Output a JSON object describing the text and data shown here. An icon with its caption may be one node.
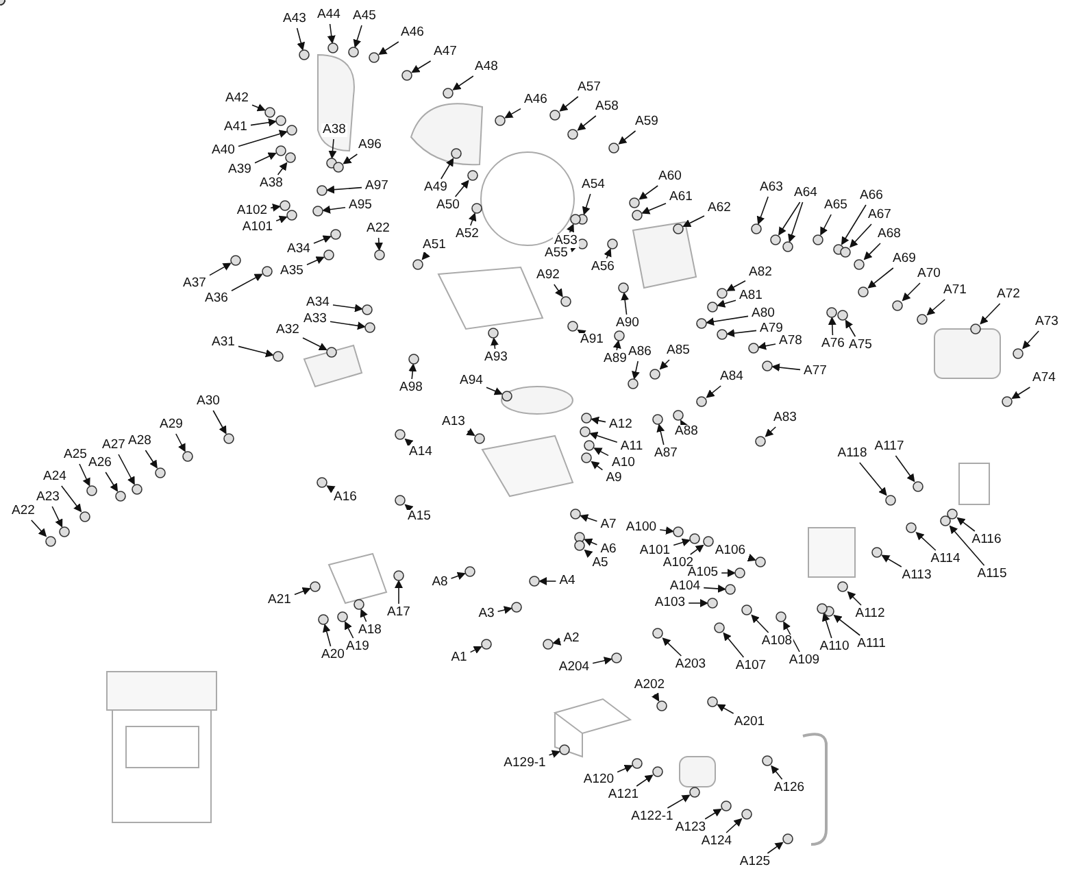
{
  "diagram": {
    "nodes": [
      {
        "text": [
          "A43"
        ]
      },
      {
        "text": [
          "A44"
        ]
      },
      {
        "text": [
          "A45"
        ]
      },
      {
        "text": [
          "A46"
        ]
      },
      {
        "text": [
          "A47"
        ]
      },
      {
        "text": [
          "A48"
        ]
      },
      {
        "text": [
          "A46"
        ]
      },
      {
        "text": [
          "A57"
        ]
      },
      {
        "text": [
          "A58"
        ]
      },
      {
        "text": [
          "A42"
        ]
      },
      {
        "text": [
          "A41"
        ]
      },
      {
        "text": [
          "A59"
        ]
      },
      {
        "text": [
          "A38"
        ]
      },
      {
        "text": [
          "A40"
        ]
      },
      {
        "text": [
          "A96"
        ]
      },
      {
        "text": [
          "A39"
        ]
      },
      {
        "text": [
          "A60"
        ]
      },
      {
        "text": [
          "A38"
        ]
      },
      {
        "text": [
          "A97"
        ]
      },
      {
        "text": [
          "A49"
        ]
      },
      {
        "text": [
          "A54"
        ]
      },
      {
        "text": [
          "A63"
        ]
      },
      {
        "text": [
          "A64"
        ]
      },
      {
        "text": [
          "A66"
        ]
      },
      {
        "text": [
          "A61"
        ]
      },
      {
        "text": [
          "A65"
        ]
      },
      {
        "text": [
          "A50"
        ]
      },
      {
        "text": [
          "A95"
        ]
      },
      {
        "text": [
          "A62"
        ]
      },
      {
        "text": [
          "A102"
        ]
      },
      {
        "text": [
          "A67"
        ]
      },
      {
        "text": [
          "A101"
        ]
      },
      {
        "text": [
          "A22"
        ]
      },
      {
        "text": [
          "A52"
        ]
      },
      {
        "text": [
          "A68"
        ]
      },
      {
        "text": [
          "A53"
        ]
      },
      {
        "text": [
          "A51"
        ]
      },
      {
        "text": [
          "A34"
        ]
      },
      {
        "text": [
          "A55"
        ]
      },
      {
        "text": [
          "A69"
        ]
      },
      {
        "text": [
          "A56"
        ]
      },
      {
        "text": [
          "A35"
        ]
      },
      {
        "text": [
          "A82"
        ]
      },
      {
        "text": [
          "A70"
        ]
      },
      {
        "text": [
          "A92"
        ]
      },
      {
        "text": [
          "A37"
        ]
      },
      {
        "text": [
          "A71"
        ]
      },
      {
        "text": [
          "A72"
        ]
      },
      {
        "text": [
          "A81"
        ]
      },
      {
        "text": [
          "A36"
        ]
      },
      {
        "text": [
          "A34"
        ]
      },
      {
        "text": [
          "A80"
        ]
      },
      {
        "text": [
          "A33"
        ]
      },
      {
        "text": [
          "A73"
        ]
      },
      {
        "text": [
          "A90"
        ]
      },
      {
        "text": [
          "A79"
        ]
      },
      {
        "text": [
          "A32"
        ]
      },
      {
        "text": [
          "A91"
        ]
      },
      {
        "text": [
          "A78"
        ]
      },
      {
        "text": [
          "A31"
        ]
      },
      {
        "text": [
          "A76"
        ]
      },
      {
        "text": [
          "A75"
        ]
      },
      {
        "text": [
          "A86"
        ]
      },
      {
        "text": [
          "A85"
        ]
      },
      {
        "text": [
          "A93"
        ]
      },
      {
        "text": [
          "A89"
        ]
      },
      {
        "text": [
          "A77"
        ]
      },
      {
        "text": [
          "A74"
        ]
      },
      {
        "text": [
          "A84"
        ]
      },
      {
        "text": [
          "A94"
        ]
      },
      {
        "text": [
          "A98"
        ]
      },
      {
        "text": [
          "A30"
        ]
      },
      {
        "text": [
          "A83"
        ]
      },
      {
        "text": [
          "A13"
        ]
      },
      {
        "text": [
          "A12"
        ]
      },
      {
        "text": [
          "A29"
        ]
      },
      {
        "text": [
          "A88"
        ]
      },
      {
        "text": [
          "A28"
        ]
      },
      {
        "text": [
          "A27"
        ]
      },
      {
        "text": [
          "A11"
        ]
      },
      {
        "text": [
          "A117"
        ]
      },
      {
        "text": [
          "A14"
        ]
      },
      {
        "text": [
          "A87"
        ]
      },
      {
        "text": [
          "A118"
        ]
      },
      {
        "text": [
          "A25"
        ]
      },
      {
        "text": [
          "A26"
        ]
      },
      {
        "text": [
          "A10"
        ]
      },
      {
        "text": [
          "A24"
        ]
      },
      {
        "text": [
          "A9"
        ]
      },
      {
        "text": [
          "A23"
        ]
      },
      {
        "text": [
          "A16"
        ]
      },
      {
        "text": [
          "A22"
        ]
      },
      {
        "text": [
          "A15"
        ]
      },
      {
        "text": [
          "A7"
        ]
      },
      {
        "text": [
          "A100"
        ]
      },
      {
        "text": [
          "A116"
        ]
      },
      {
        "text": [
          "A6"
        ]
      },
      {
        "text": [
          "A101"
        ]
      },
      {
        "text": [
          "A106"
        ]
      },
      {
        "text": [
          "A114"
        ]
      },
      {
        "text": [
          "A5"
        ]
      },
      {
        "text": [
          "A102"
        ]
      },
      {
        "text": [
          "A105"
        ]
      },
      {
        "text": [
          "A113"
        ]
      },
      {
        "text": [
          "A115"
        ]
      },
      {
        "text": [
          "A4"
        ]
      },
      {
        "text": [
          "A8"
        ]
      },
      {
        "text": [
          "A104"
        ]
      },
      {
        "text": [
          "A21"
        ]
      },
      {
        "text": [
          "A103"
        ]
      },
      {
        "text": [
          "A17"
        ]
      },
      {
        "text": [
          "A3"
        ]
      },
      {
        "text": [
          "A112"
        ]
      },
      {
        "text": [
          "A18"
        ]
      },
      {
        "text": [
          "A2"
        ]
      },
      {
        "text": [
          "A108"
        ]
      },
      {
        "text": [
          "A111"
        ]
      },
      {
        "text": [
          "A110"
        ]
      },
      {
        "text": [
          "A19"
        ]
      },
      {
        "text": [
          "A1"
        ]
      },
      {
        "text": [
          "A20"
        ]
      },
      {
        "text": [
          "A109"
        ]
      },
      {
        "text": [
          "A203"
        ]
      },
      {
        "text": [
          "A107"
        ]
      },
      {
        "text": [
          "A204"
        ]
      },
      {
        "text": [
          "A202"
        ]
      },
      {
        "text": [
          "A201"
        ]
      },
      {
        "text": [
          "A129-1"
        ]
      },
      {
        "text": [
          "A120"
        ]
      },
      {
        "text": [
          "A126"
        ]
      },
      {
        "text": [
          "A121"
        ]
      },
      {
        "text": [
          "A122-1"
        ]
      },
      {
        "text": [
          "A123"
        ]
      },
      {
        "text": [
          "A124"
        ]
      },
      {
        "text": [
          "A125"
        ]
      },
      {
        "text": [],
        "shape": "circle"
      },
      {
        "text": [],
        "shape": "circle"
      },
      {
        "text": [],
        "shape": "circle"
      },
      {
        "text": [],
        "shape": "circle"
      },
      {
        "text": [],
        "shape": "circle"
      },
      {
        "text": [],
        "shape": "circle"
      },
      {
        "text": [],
        "shape": "circle"
      },
      {
        "text": [],
        "shape": "circle"
      },
      {
        "text": [],
        "shape": "circle"
      },
      {
        "text": [],
        "shape": "circle"
      },
      {
        "text": [],
        "shape": "circle"
      },
      {
        "text": [],
        "shape": "circle"
      },
      {
        "text": [],
        "shape": "circle"
      },
      {
        "text": [],
        "shape": "circle"
      },
      {
        "text": [],
        "shape": "circle"
      },
      {
        "text": [],
        "shape": "circle"
      },
      {
        "text": [],
        "shape": "circle"
      },
      {
        "text": [],
        "shape": "circle"
      },
      {
        "text": [],
        "shape": "circle"
      },
      {
        "text": [],
        "shape": "circle"
      },
      {
        "text": [],
        "shape": "circle"
      },
      {
        "text": [],
        "shape": "circle"
      },
      {
        "text": [],
        "shape": "circle"
      },
      {
        "text": [],
        "shape": "circle"
      },
      {
        "text": [],
        "shape": "circle"
      },
      {
        "text": [],
        "shape": "circle"
      },
      {
        "text": [],
        "shape": "circle"
      },
      {
        "text": [],
        "shape": "circle"
      },
      {
        "text": [],
        "shape": "circle"
      },
      {
        "text": [],
        "shape": "circle"
      },
      {
        "text": [],
        "shape": "circle"
      },
      {
        "text": [],
        "shape": "circle"
      },
      {
        "text": [],
        "shape": "circle"
      },
      {
        "text": [],
        "shape": "circle"
      },
      {
        "text": [],
        "shape": "circle"
      },
      {
        "text": [],
        "shape": "circle"
      },
      {
        "text": [],
        "shape": "circle"
      },
      {
        "text": [],
        "shape": "circle"
      },
      {
        "text": [],
        "shape": "circle"
      },
      {
        "text": [],
        "shape": "circle"
      },
      {
        "text": [],
        "shape": "circle"
      },
      {
        "text": [],
        "shape": "circle"
      },
      {
        "text": [],
        "shape": "circle"
      },
      {
        "text": [],
        "shape": "circle"
      },
      {
        "text": [],
        "shape": "circle"
      },
      {
        "text": [],
        "shape": "circle"
      },
      {
        "text": [],
        "shape": "circle"
      },
      {
        "text": [],
        "shape": "circle"
      },
      {
        "text": [],
        "shape": "circle"
      },
      {
        "text": [],
        "shape": "circle"
      },
      {
        "text": [],
        "shape": "circle"
      },
      {
        "text": [],
        "shape": "circle"
      },
      {
        "text": [],
        "shape": "circle"
      },
      {
        "text": [],
        "shape": "circle"
      },
      {
        "text": [],
        "shape": "circle"
      },
      {
        "text": [],
        "shape": "circle"
      },
      {
        "text": [],
        "shape": "circle"
      },
      {
        "text": [],
        "shape": "circle"
      },
      {
        "text": [],
        "shape": "circle"
      },
      {
        "text": [],
        "shape": "circle"
      },
      {
        "text": [],
        "shape": "circle"
      },
      {
        "text": [],
        "shape": "circle"
      },
      {
        "text": [],
        "shape": "circle"
      },
      {
        "text": [],
        "shape": "circle"
      },
      {
        "text": [],
        "shape": "circle"
      },
      {
        "text": [],
        "shape": "circle"
      },
      {
        "text": [],
        "shape": "circle"
      },
      {
        "text": [],
        "shape": "circle"
      },
      {
        "text": [],
        "shape": "circle"
      },
      {
        "text": [],
        "shape": "circle"
      },
      {
        "text": [],
        "shape": "circle"
      },
      {
        "text": [],
        "shape": "circle"
      },
      {
        "text": [],
        "shape": "circle"
      },
      {
        "text": [],
        "shape": "circle"
      },
      {
        "text": [],
        "shape": "circle"
      },
      {
        "text": [],
        "shape": "circle"
      },
      {
        "text": [],
        "shape": "circle"
      },
      {
        "text": [],
        "shape": "circle"
      },
      {
        "text": [],
        "shape": "circle"
      },
      {
        "text": [],
        "shape": "circle"
      },
      {
        "text": [],
        "shape": "circle"
      },
      {
        "text": [],
        "shape": "circle"
      },
      {
        "text": [],
        "shape": "circle"
      },
      {
        "text": [],
        "shape": "circle"
      },
      {
        "text": [],
        "shape": "circle"
      },
      {
        "text": [],
        "shape": "circle"
      },
      {
        "text": [],
        "shape": "circle"
      },
      {
        "text": [],
        "shape": "circle"
      },
      {
        "text": [],
        "shape": "circle"
      },
      {
        "text": [],
        "shape": "circle"
      },
      {
        "text": [],
        "shape": "circle"
      },
      {
        "text": [],
        "shape": "circle"
      },
      {
        "text": [],
        "shape": "circle"
      },
      {
        "text": [],
        "shape": "circle"
      },
      {
        "text": [],
        "shape": "circle"
      },
      {
        "text": [],
        "shape": "circle"
      },
      {
        "text": [],
        "shape": "circle"
      },
      {
        "text": [],
        "shape": "circle"
      },
      {
        "text": [],
        "shape": "circle"
      },
      {
        "text": [],
        "shape": "circle"
      },
      {
        "text": [],
        "shape": "circle"
      },
      {
        "text": [],
        "shape": "circle"
      },
      {
        "text": [],
        "shape": "circle"
      },
      {
        "text": [],
        "shape": "circle"
      },
      {
        "text": [],
        "shape": "circle"
      },
      {
        "text": [],
        "shape": "circle"
      },
      {
        "text": [],
        "shape": "circle"
      },
      {
        "text": [],
        "shape": "circle"
      },
      {
        "text": [],
        "shape": "circle"
      },
      {
        "text": [],
        "shape": "circle"
      },
      {
        "text": [],
        "shape": "circle"
      },
      {
        "text": [],
        "shape": "circle"
      },
      {
        "text": [],
        "shape": "circle"
      },
      {
        "text": [],
        "shape": "circle"
      },
      {
        "text": [],
        "shape": "circle"
      },
      {
        "text": [],
        "shape": "circle"
      },
      {
        "text": [],
        "shape": "circle"
      },
      {
        "text": [],
        "shape": "circle"
      },
      {
        "text": [],
        "shape": "circle"
      },
      {
        "text": [],
        "shape": "circle"
      },
      {
        "text": [],
        "shape": "circle"
      },
      {
        "text": [],
        "shape": "circle"
      },
      {
        "text": [],
        "shape": "circle"
      },
      {
        "text": [],
        "shape": "circle"
      },
      {
        "text": [],
        "shape": "circle"
      },
      {
        "text": [],
        "shape": "circle"
      },
      {
        "text": [],
        "shape": "circle"
      },
      {
        "text": [],
        "shape": "circle"
      },
      {
        "text": [],
        "shape": "circle"
      },
      {
        "text": [],
        "shape": "circle"
      },
      {
        "text": [],
        "shape": "circle"
      },
      {
        "text": [],
        "shape": "circle"
      },
      {
        "text": [],
        "shape": "circle"
      },
      {
        "text": [],
        "shape": "circle"
      },
      {
        "text": [],
        "shape": "circle"
      },
      {
        "text": [],
        "shape": "circle"
      },
      {
        "text": [],
        "shape": "circle"
      },
      {
        "text": [],
        "shape": "circle"
      },
      {
        "text": [],
        "shape": "circle"
      },
      {
        "text": [],
        "shape": "circle"
      },
      {
        "text": [],
        "shape": "circle"
      },
      {
        "text": [],
        "shape": "circle"
      },
      {
        "text": [],
        "shape": "circle"
      },
      {
        "text": [],
        "shape": "circle"
      },
      {
        "text": [],
        "shape": "circle"
      },
      {
        "text": [],
        "shape": "circle"
      }
    ],
    "edges": [
      {
        "from": 0,
        "to": 135,
        "arrow": "to"
      },
      {
        "from": 1,
        "to": 136,
        "arrow": "to"
      },
      {
        "from": 2,
        "to": 137,
        "arrow": "to"
      },
      {
        "from": 3,
        "to": 138,
        "arrow": "to"
      },
      {
        "from": 4,
        "to": 139,
        "arrow": "to"
      },
      {
        "from": 5,
        "to": 140,
        "arrow": "to"
      },
      {
        "from": 6,
        "to": 141,
        "arrow": "to"
      },
      {
        "from": 7,
        "to": 142,
        "arrow": "to"
      },
      {
        "from": 8,
        "to": 143,
        "arrow": "to"
      },
      {
        "from": 9,
        "to": 144,
        "arrow": "to"
      },
      {
        "from": 10,
        "to": 145,
        "arrow": "to"
      },
      {
        "from": 11,
        "to": 146,
        "arrow": "to"
      },
      {
        "from": 12,
        "to": 147,
        "arrow": "to"
      },
      {
        "from": 13,
        "to": 148,
        "arrow": "to"
      },
      {
        "from": 14,
        "to": 149,
        "arrow": "to"
      },
      {
        "from": 15,
        "to": 150,
        "arrow": "to"
      },
      {
        "from": 16,
        "to": 151,
        "arrow": "to"
      },
      {
        "from": 17,
        "to": 152,
        "arrow": "to"
      },
      {
        "from": 18,
        "to": 153,
        "arrow": "to"
      },
      {
        "from": 19,
        "to": 154,
        "arrow": "to"
      },
      {
        "from": 20,
        "to": 155,
        "arrow": "to"
      },
      {
        "from": 21,
        "to": 156,
        "arrow": "to"
      },
      {
        "from": 22,
        "to": 157,
        "arrow": "to"
      },
      {
        "from": 22,
        "to": 158,
        "arrow": "to"
      },
      {
        "from": 23,
        "to": 159,
        "arrow": "to"
      },
      {
        "from": 24,
        "to": 160,
        "arrow": "to"
      },
      {
        "from": 25,
        "to": 161,
        "arrow": "to"
      },
      {
        "from": 26,
        "to": 162,
        "arrow": "to"
      },
      {
        "from": 27,
        "to": 163,
        "arrow": "to"
      },
      {
        "from": 28,
        "to": 164,
        "arrow": "to"
      },
      {
        "from": 29,
        "to": 165,
        "arrow": "to"
      },
      {
        "from": 30,
        "to": 166,
        "arrow": "to"
      },
      {
        "from": 31,
        "to": 167,
        "arrow": "to"
      },
      {
        "from": 32,
        "to": 168,
        "arrow": "to"
      },
      {
        "from": 33,
        "to": 169,
        "arrow": "to"
      },
      {
        "from": 34,
        "to": 170,
        "arrow": "to"
      },
      {
        "from": 35,
        "to": 171,
        "arrow": "to"
      },
      {
        "from": 36,
        "to": 172,
        "arrow": "to"
      },
      {
        "from": 37,
        "to": 173,
        "arrow": "to"
      },
      {
        "from": 38,
        "to": 174,
        "arrow": "to"
      },
      {
        "from": 39,
        "to": 175,
        "arrow": "to"
      },
      {
        "from": 40,
        "to": 176,
        "arrow": "to"
      },
      {
        "from": 41,
        "to": 177,
        "arrow": "to"
      },
      {
        "from": 42,
        "to": 178,
        "arrow": "to"
      },
      {
        "from": 43,
        "to": 179,
        "arrow": "to"
      },
      {
        "from": 44,
        "to": 180,
        "arrow": "to"
      },
      {
        "from": 45,
        "to": 181,
        "arrow": "to"
      },
      {
        "from": 46,
        "to": 182,
        "arrow": "to"
      },
      {
        "from": 47,
        "to": 183,
        "arrow": "to"
      },
      {
        "from": 48,
        "to": 184,
        "arrow": "to"
      },
      {
        "from": 49,
        "to": 185,
        "arrow": "to"
      },
      {
        "from": 50,
        "to": 186,
        "arrow": "to"
      },
      {
        "from": 51,
        "to": 187,
        "arrow": "to"
      },
      {
        "from": 52,
        "to": 188,
        "arrow": "to"
      },
      {
        "from": 53,
        "to": 189,
        "arrow": "to"
      },
      {
        "from": 54,
        "to": 190,
        "arrow": "to"
      },
      {
        "from": 55,
        "to": 191,
        "arrow": "to"
      },
      {
        "from": 56,
        "to": 192,
        "arrow": "to"
      },
      {
        "from": 57,
        "to": 193,
        "arrow": "to"
      },
      {
        "from": 58,
        "to": 194,
        "arrow": "to"
      },
      {
        "from": 59,
        "to": 195,
        "arrow": "to"
      },
      {
        "from": 60,
        "to": 196,
        "arrow": "to"
      },
      {
        "from": 61,
        "to": 197,
        "arrow": "to"
      },
      {
        "from": 62,
        "to": 198,
        "arrow": "to"
      },
      {
        "from": 63,
        "to": 199,
        "arrow": "to"
      },
      {
        "from": 64,
        "to": 200,
        "arrow": "to"
      },
      {
        "from": 65,
        "to": 201,
        "arrow": "to"
      },
      {
        "from": 66,
        "to": 202,
        "arrow": "to"
      },
      {
        "from": 67,
        "to": 203,
        "arrow": "to"
      },
      {
        "from": 68,
        "to": 204,
        "arrow": "to"
      },
      {
        "from": 69,
        "to": 205,
        "arrow": "to"
      },
      {
        "from": 70,
        "to": 206,
        "arrow": "to"
      },
      {
        "from": 71,
        "to": 207,
        "arrow": "to"
      },
      {
        "from": 72,
        "to": 208,
        "arrow": "to"
      },
      {
        "from": 73,
        "to": 209,
        "arrow": "to"
      },
      {
        "from": 74,
        "to": 210,
        "arrow": "to"
      },
      {
        "from": 75,
        "to": 211,
        "arrow": "to"
      },
      {
        "from": 76,
        "to": 212,
        "arrow": "to"
      },
      {
        "from": 77,
        "to": 213,
        "arrow": "to"
      },
      {
        "from": 78,
        "to": 214,
        "arrow": "to"
      },
      {
        "from": 79,
        "to": 215,
        "arrow": "to"
      },
      {
        "from": 80,
        "to": 216,
        "arrow": "to"
      },
      {
        "from": 81,
        "to": 217,
        "arrow": "to"
      },
      {
        "from": 82,
        "to": 218,
        "arrow": "to"
      },
      {
        "from": 83,
        "to": 219,
        "arrow": "to"
      },
      {
        "from": 84,
        "to": 220,
        "arrow": "to"
      },
      {
        "from": 85,
        "to": 221,
        "arrow": "to"
      },
      {
        "from": 86,
        "to": 222,
        "arrow": "to"
      },
      {
        "from": 87,
        "to": 223,
        "arrow": "to"
      },
      {
        "from": 88,
        "to": 224,
        "arrow": "to"
      },
      {
        "from": 89,
        "to": 225,
        "arrow": "to"
      },
      {
        "from": 90,
        "to": 226,
        "arrow": "to"
      },
      {
        "from": 91,
        "to": 227,
        "arrow": "to"
      },
      {
        "from": 92,
        "to": 228,
        "arrow": "to"
      },
      {
        "from": 93,
        "to": 229,
        "arrow": "to"
      },
      {
        "from": 94,
        "to": 230,
        "arrow": "to"
      },
      {
        "from": 95,
        "to": 231,
        "arrow": "to"
      },
      {
        "from": 96,
        "to": 232,
        "arrow": "to"
      },
      {
        "from": 97,
        "to": 233,
        "arrow": "to"
      },
      {
        "from": 98,
        "to": 234,
        "arrow": "to"
      },
      {
        "from": 99,
        "to": 235,
        "arrow": "to"
      },
      {
        "from": 100,
        "to": 236,
        "arrow": "to"
      },
      {
        "from": 101,
        "to": 237,
        "arrow": "to"
      },
      {
        "from": 102,
        "to": 238,
        "arrow": "to"
      },
      {
        "from": 103,
        "to": 239,
        "arrow": "to"
      },
      {
        "from": 104,
        "to": 240,
        "arrow": "to"
      },
      {
        "from": 105,
        "to": 241,
        "arrow": "to"
      },
      {
        "from": 106,
        "to": 242,
        "arrow": "to"
      },
      {
        "from": 107,
        "to": 243,
        "arrow": "to"
      },
      {
        "from": 108,
        "to": 244,
        "arrow": "to"
      },
      {
        "from": 109,
        "to": 245,
        "arrow": "to"
      },
      {
        "from": 110,
        "to": 246,
        "arrow": "to"
      },
      {
        "from": 111,
        "to": 247,
        "arrow": "to"
      },
      {
        "from": 112,
        "to": 248,
        "arrow": "to"
      },
      {
        "from": 113,
        "to": 249,
        "arrow": "to"
      },
      {
        "from": 114,
        "to": 250,
        "arrow": "to"
      },
      {
        "from": 115,
        "to": 251,
        "arrow": "to"
      },
      {
        "from": 116,
        "to": 252,
        "arrow": "to"
      },
      {
        "from": 117,
        "to": 253,
        "arrow": "to"
      },
      {
        "from": 118,
        "to": 254,
        "arrow": "to"
      },
      {
        "from": 119,
        "to": 255,
        "arrow": "to"
      },
      {
        "from": 120,
        "to": 256,
        "arrow": "to"
      },
      {
        "from": 121,
        "to": 257,
        "arrow": "to"
      },
      {
        "from": 122,
        "to": 258,
        "arrow": "to"
      },
      {
        "from": 123,
        "to": 259,
        "arrow": "to"
      },
      {
        "from": 124,
        "to": 260,
        "arrow": "to"
      },
      {
        "from": 125,
        "to": 261,
        "arrow": "to"
      },
      {
        "from": 126,
        "to": 262,
        "arrow": "to"
      },
      {
        "from": 127,
        "to": 263,
        "arrow": "to"
      },
      {
        "from": 128,
        "to": 264,
        "arrow": "to"
      },
      {
        "from": 129,
        "to": 265,
        "arrow": "to"
      },
      {
        "from": 130,
        "to": 266,
        "arrow": "to"
      },
      {
        "from": 131,
        "to": 267,
        "arrow": "to"
      },
      {
        "from": 132,
        "to": 268,
        "arrow": "to"
      },
      {
        "from": 133,
        "to": 269,
        "arrow": "to"
      },
      {
        "from": 134,
        "to": 270,
        "arrow": "to"
      }
    ]
  }
}
